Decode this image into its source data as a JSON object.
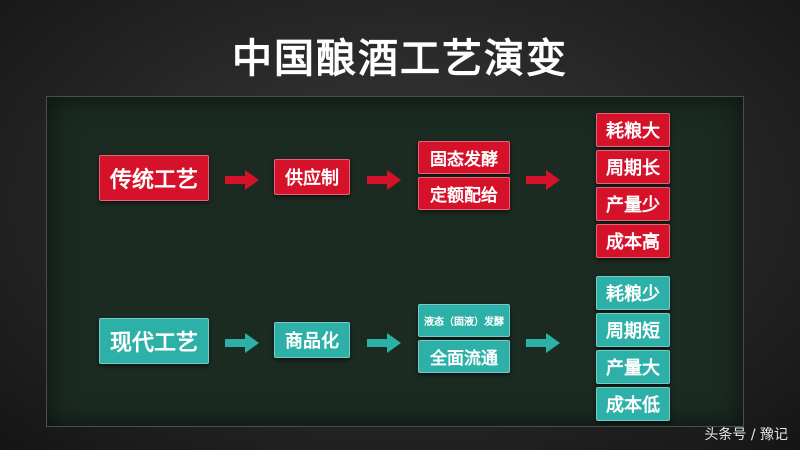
{
  "title": "中国酿酒工艺演变",
  "traditional": {
    "label": "传统工艺",
    "step1": "供应制",
    "step2": [
      "固态发酵",
      "定额配给"
    ],
    "results": [
      "耗粮大",
      "周期长",
      "产量少",
      "成本高"
    ]
  },
  "modern": {
    "label": "现代工艺",
    "step1": "商品化",
    "step2": [
      "液态（固液）发酵",
      "全面流通"
    ],
    "results": [
      "耗粮少",
      "周期短",
      "产量大",
      "成本低"
    ]
  },
  "colors": {
    "traditional": "#d6122b",
    "modern": "#2db0a8"
  },
  "watermark": "头条号 / 豫记"
}
